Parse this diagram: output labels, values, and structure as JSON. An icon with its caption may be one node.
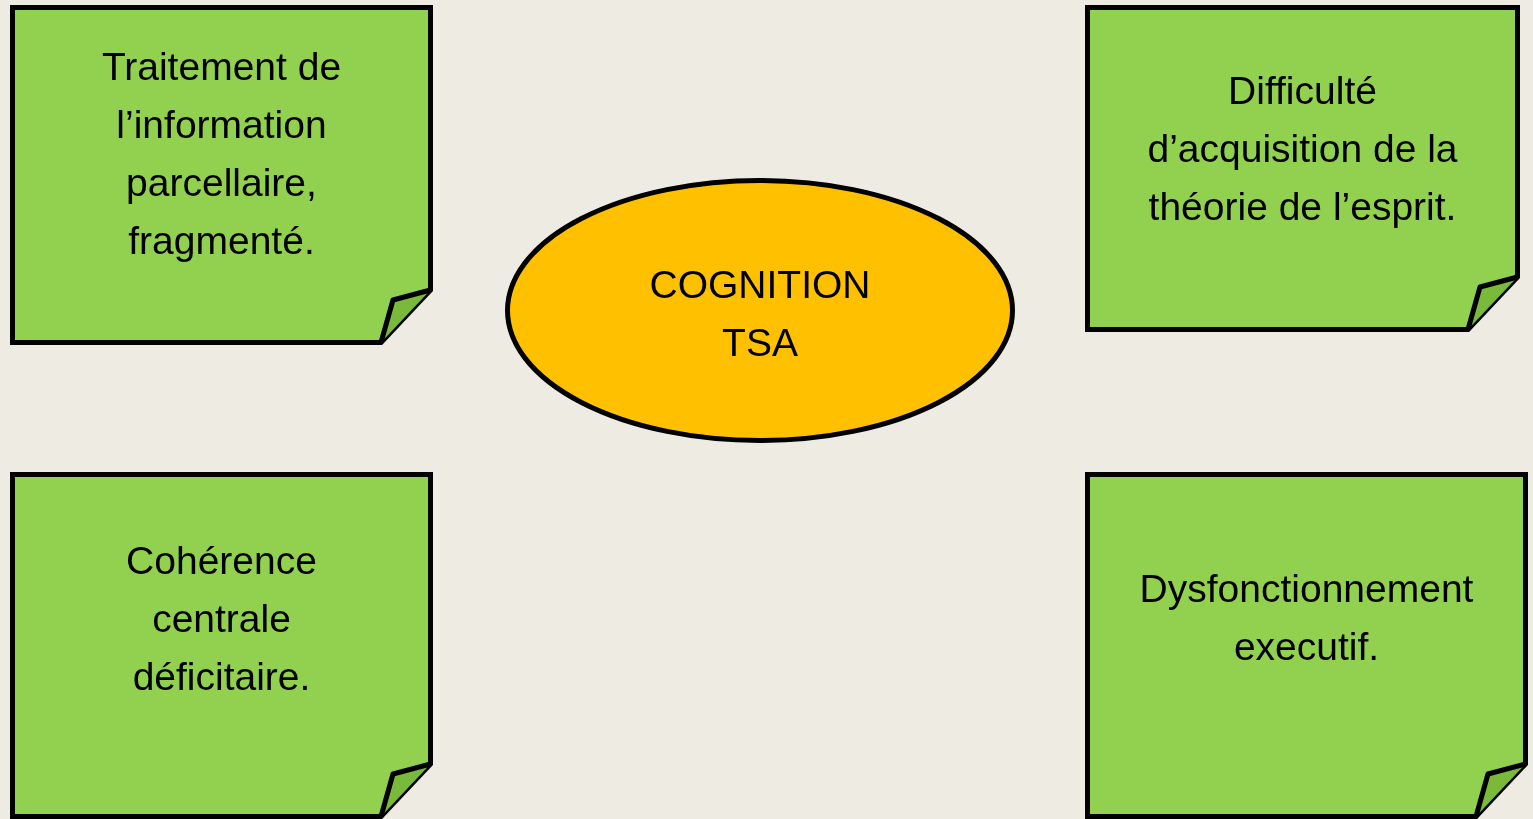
{
  "diagram": {
    "nodes": [
      {
        "text": [
          "Traitement de l’information parcellaire, fragmenté."
        ]
      },
      {
        "text": [
          "COGNITION TSA"
        ]
      },
      {
        "text": [
          "Difficulté d’acquisition de la théorie de l’esprit."
        ]
      },
      {
        "text": [
          "Cohérence centrale déficitaire."
        ]
      },
      {
        "text": [
          "Dysfonctionnement executif."
        ]
      }
    ]
  }
}
